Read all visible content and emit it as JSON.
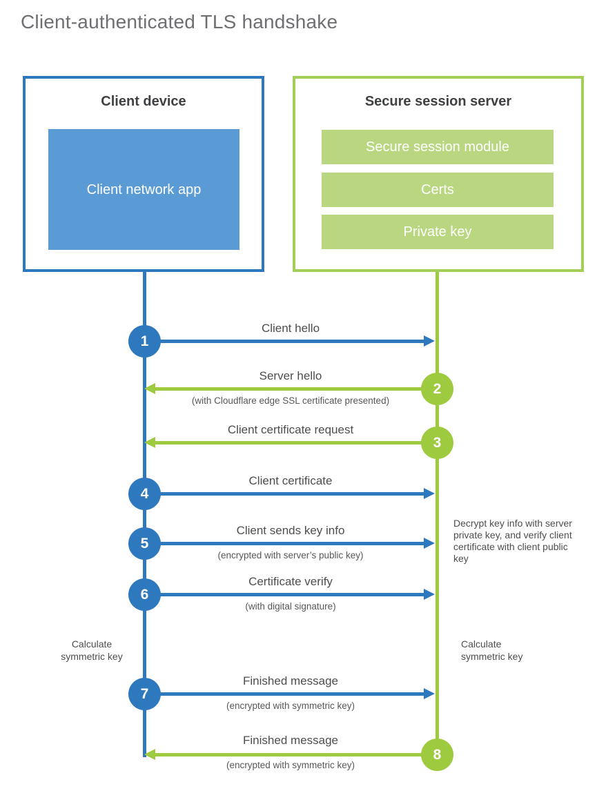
{
  "title": "Client-authenticated TLS handshake",
  "client_box": {
    "title": "Client device",
    "app": "Client network app"
  },
  "server_box": {
    "title": "Secure session server",
    "modules": [
      "Secure session module",
      "Certs",
      "Private key"
    ]
  },
  "steps": [
    {
      "num": "1",
      "from": "client",
      "direction": "right",
      "label": "Client hello",
      "sub": ""
    },
    {
      "num": "2",
      "from": "server",
      "direction": "left",
      "label": "Server hello",
      "sub": "(with Cloudflare edge SSL certificate presented)"
    },
    {
      "num": "3",
      "from": "server",
      "direction": "left",
      "label": "Client certificate request",
      "sub": ""
    },
    {
      "num": "4",
      "from": "client",
      "direction": "right",
      "label": "Client certificate",
      "sub": ""
    },
    {
      "num": "5",
      "from": "client",
      "direction": "right",
      "label": "Client sends key info",
      "sub": "(encrypted with server’s public key)"
    },
    {
      "num": "6",
      "from": "client",
      "direction": "right",
      "label": "Certificate verify",
      "sub": "(with digital signature)"
    },
    {
      "num": "7",
      "from": "client",
      "direction": "right",
      "label": "Finished message",
      "sub": "(encrypted with symmetric key)"
    },
    {
      "num": "8",
      "from": "server",
      "direction": "left",
      "label": "Finished message",
      "sub": "(encrypted with symmetric key)"
    }
  ],
  "annotations": {
    "server_note": "Decrypt key info with server private key, and verify client certificate with client public key",
    "client_calc": "Calculate symmetric key",
    "server_calc": "Calculate symmetric key"
  },
  "colors": {
    "blue": "#2e78bd",
    "blue_fill": "#5b9bd5",
    "green": "#9dca3e",
    "green_border": "#a3cf58",
    "green_fill": "#b9d780",
    "heading_text": "#3f4042",
    "label_text": "#4d4d4f",
    "title_text": "#6e6f72"
  }
}
